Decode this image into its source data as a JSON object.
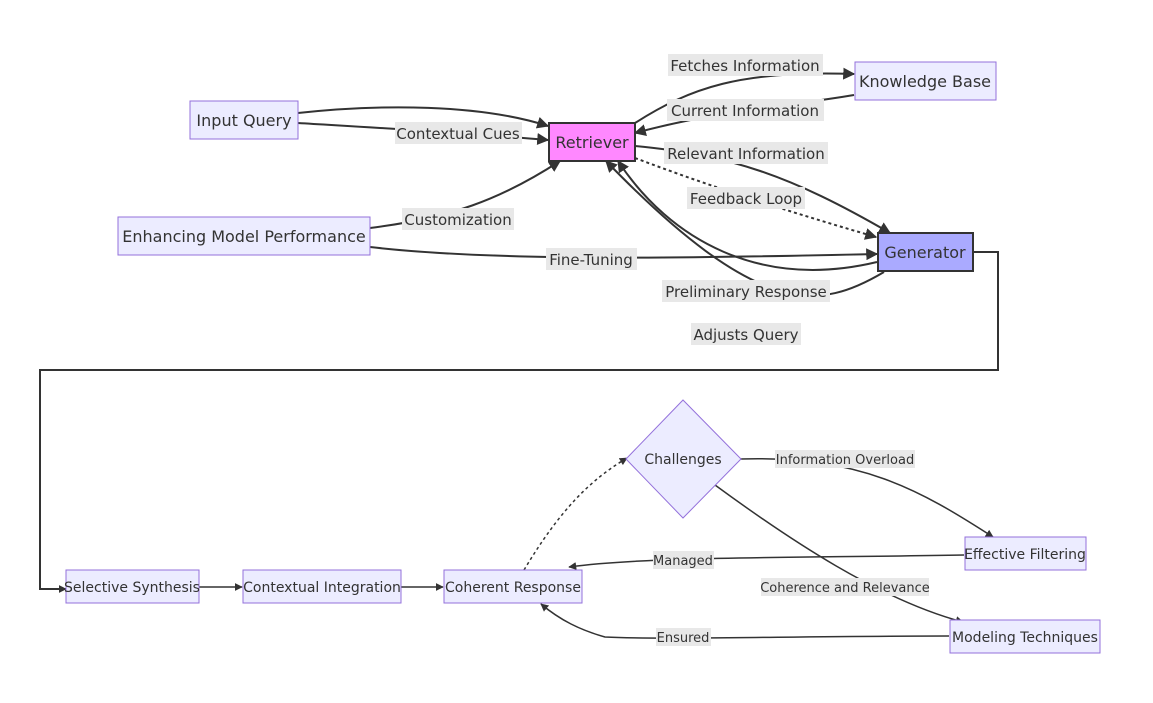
{
  "nodes": {
    "input_query": "Input Query",
    "retriever": "Retriever",
    "knowledge_base": "Knowledge Base",
    "enhancing_model_performance": "Enhancing Model Performance",
    "generator": "Generator",
    "selective_synthesis": "Selective Synthesis",
    "contextual_integration": "Contextual Integration",
    "coherent_response": "Coherent Response",
    "challenges": "Challenges",
    "effective_filtering": "Effective Filtering",
    "modeling_techniques": "Modeling Techniques"
  },
  "edges": {
    "fetches_information": "Fetches Information",
    "current_information": "Current Information",
    "contextual_cues": "Contextual Cues",
    "relevant_information": "Relevant Information",
    "feedback_loop": "Feedback Loop",
    "customization": "Customization",
    "fine_tuning": "Fine-Tuning",
    "preliminary_response": "Preliminary Response",
    "adjusts_query": "Adjusts Query",
    "information_overload": "Information Overload",
    "managed": "Managed",
    "coherence_and_relevance": "Coherence and Relevance",
    "ensured": "Ensured"
  },
  "colors": {
    "node_fill": "#ECECFF",
    "node_stroke": "#9370DB",
    "retriever_fill": "#FF88FF",
    "generator_fill": "#AAAAFF",
    "edge": "#333333",
    "label_background": "#E8E8E8"
  }
}
